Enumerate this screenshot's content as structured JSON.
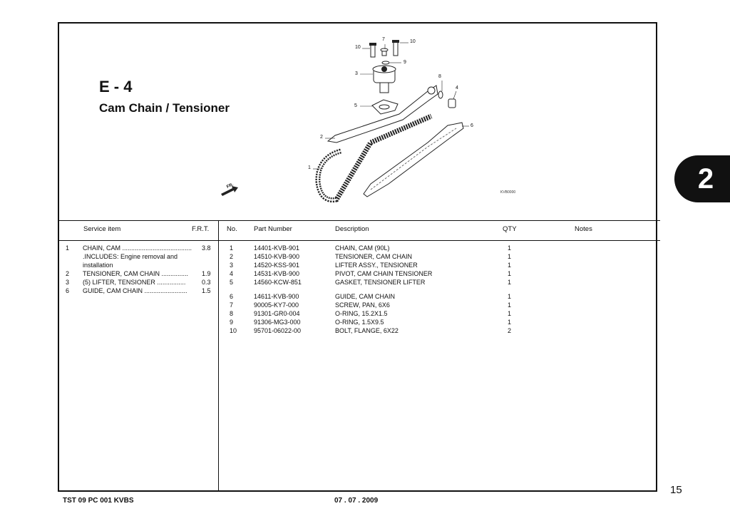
{
  "page": {
    "section_code": "E - 4",
    "section_title": "Cam Chain / Tensioner",
    "chapter_tab": "2",
    "page_number": "15",
    "footer_code": "TST 09 PC 001 KVBS",
    "footer_date": "07 . 07 . 2009",
    "diagram_code": "KVB0000",
    "fr_label": "FR."
  },
  "callouts": [
    "10",
    "7",
    "10",
    "9",
    "3",
    "8",
    "4",
    "5",
    "6",
    "2",
    "1"
  ],
  "service": {
    "header_item": "Service item",
    "header_frt": "F.R.T.",
    "rows": [
      {
        "no": "1",
        "item": "CHAIN, CAM .......................................",
        "frt": "3.8"
      },
      {
        "no": "",
        "item": ".INCLUDES: Engine removal and",
        "frt": ""
      },
      {
        "no": "",
        "item": " installation",
        "frt": ""
      },
      {
        "no": "2",
        "item": "TENSIONER, CAM CHAIN ...............",
        "frt": "1.9"
      },
      {
        "no": "3",
        "item": "(5)  LIFTER, TENSIONER ................",
        "frt": "0.3"
      },
      {
        "no": "6",
        "item": "GUIDE, CAM CHAIN ........................",
        "frt": "1.5"
      }
    ]
  },
  "parts": {
    "headers": {
      "no": "No.",
      "part": "Part Number",
      "desc": "Description",
      "qty": "QTY",
      "notes": "Notes"
    },
    "rows": [
      {
        "no": "1",
        "part": "14401-KVB-901",
        "desc": "CHAIN, CAM (90L)",
        "qty": "1"
      },
      {
        "no": "2",
        "part": "14510-KVB-900",
        "desc": "TENSIONER, CAM CHAIN",
        "qty": "1"
      },
      {
        "no": "3",
        "part": "14520-KSS-901",
        "desc": "LIFTER ASSY., TENSIONER",
        "qty": "1"
      },
      {
        "no": "4",
        "part": "14531-KVB-900",
        "desc": "PIVOT, CAM CHAIN TENSIONER",
        "qty": "1"
      },
      {
        "no": "5",
        "part": "14560-KCW-851",
        "desc": "GASKET, TENSIONER LIFTER",
        "qty": "1"
      },
      {
        "no": "6",
        "part": "14611-KVB-900",
        "desc": "GUIDE, CAM CHAIN",
        "qty": "1"
      },
      {
        "no": "7",
        "part": "90005-KY7-000",
        "desc": "SCREW, PAN, 6X6",
        "qty": "1"
      },
      {
        "no": "8",
        "part": "91301-GR0-004",
        "desc": "O-RING, 15.2X1.5",
        "qty": "1"
      },
      {
        "no": "9",
        "part": "91306-MG3-000",
        "desc": "O-RING, 1.5X9.5",
        "qty": "1"
      },
      {
        "no": "10",
        "part": "95701-06022-00",
        "desc": "BOLT, FLANGE, 6X22",
        "qty": "2"
      }
    ]
  }
}
